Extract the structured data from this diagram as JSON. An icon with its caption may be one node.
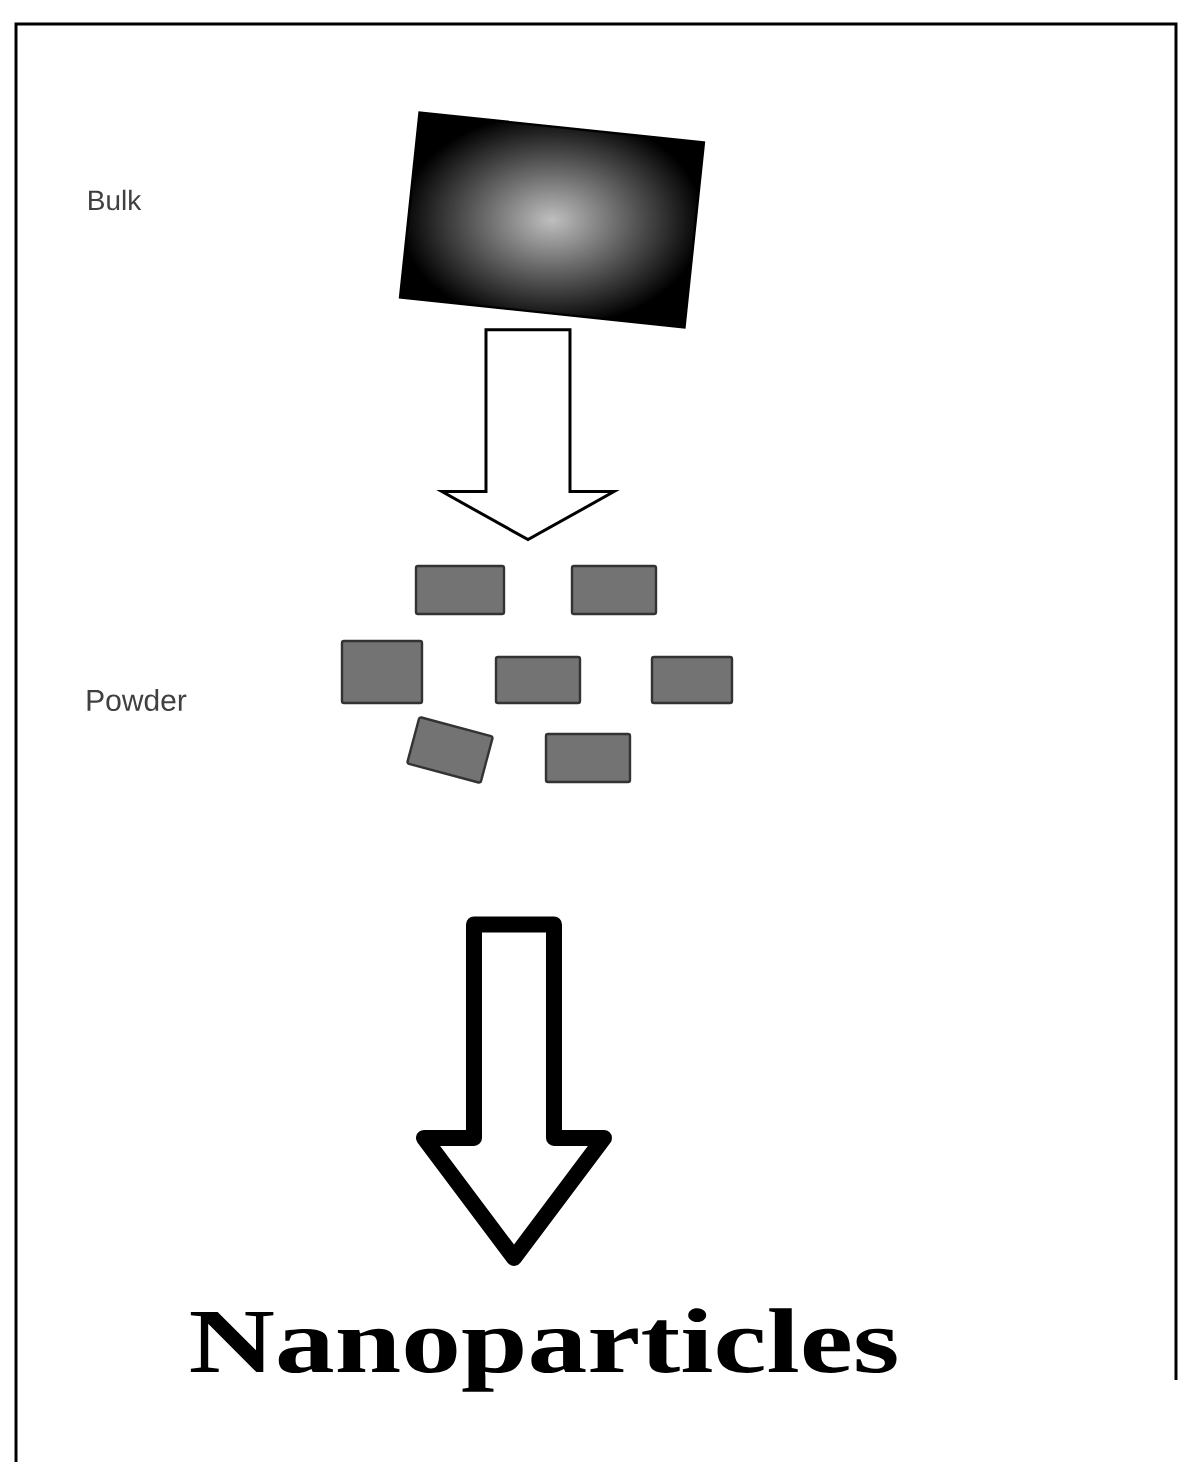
{
  "diagram": {
    "nodes": [
      {
        "text": [],
        "shape": "box"
      },
      {
        "text": [],
        "shape": "picture"
      },
      {
        "text": [
          "Nanoparticles"
        ]
      }
    ],
    "edges": [
      {
        "from": 0,
        "to": 1,
        "arrow": "to"
      },
      {
        "from": 1,
        "to": 2,
        "arrow": "to",
        "style": "thick"
      }
    ],
    "labels": [
      "Bulk",
      "Powder"
    ]
  }
}
